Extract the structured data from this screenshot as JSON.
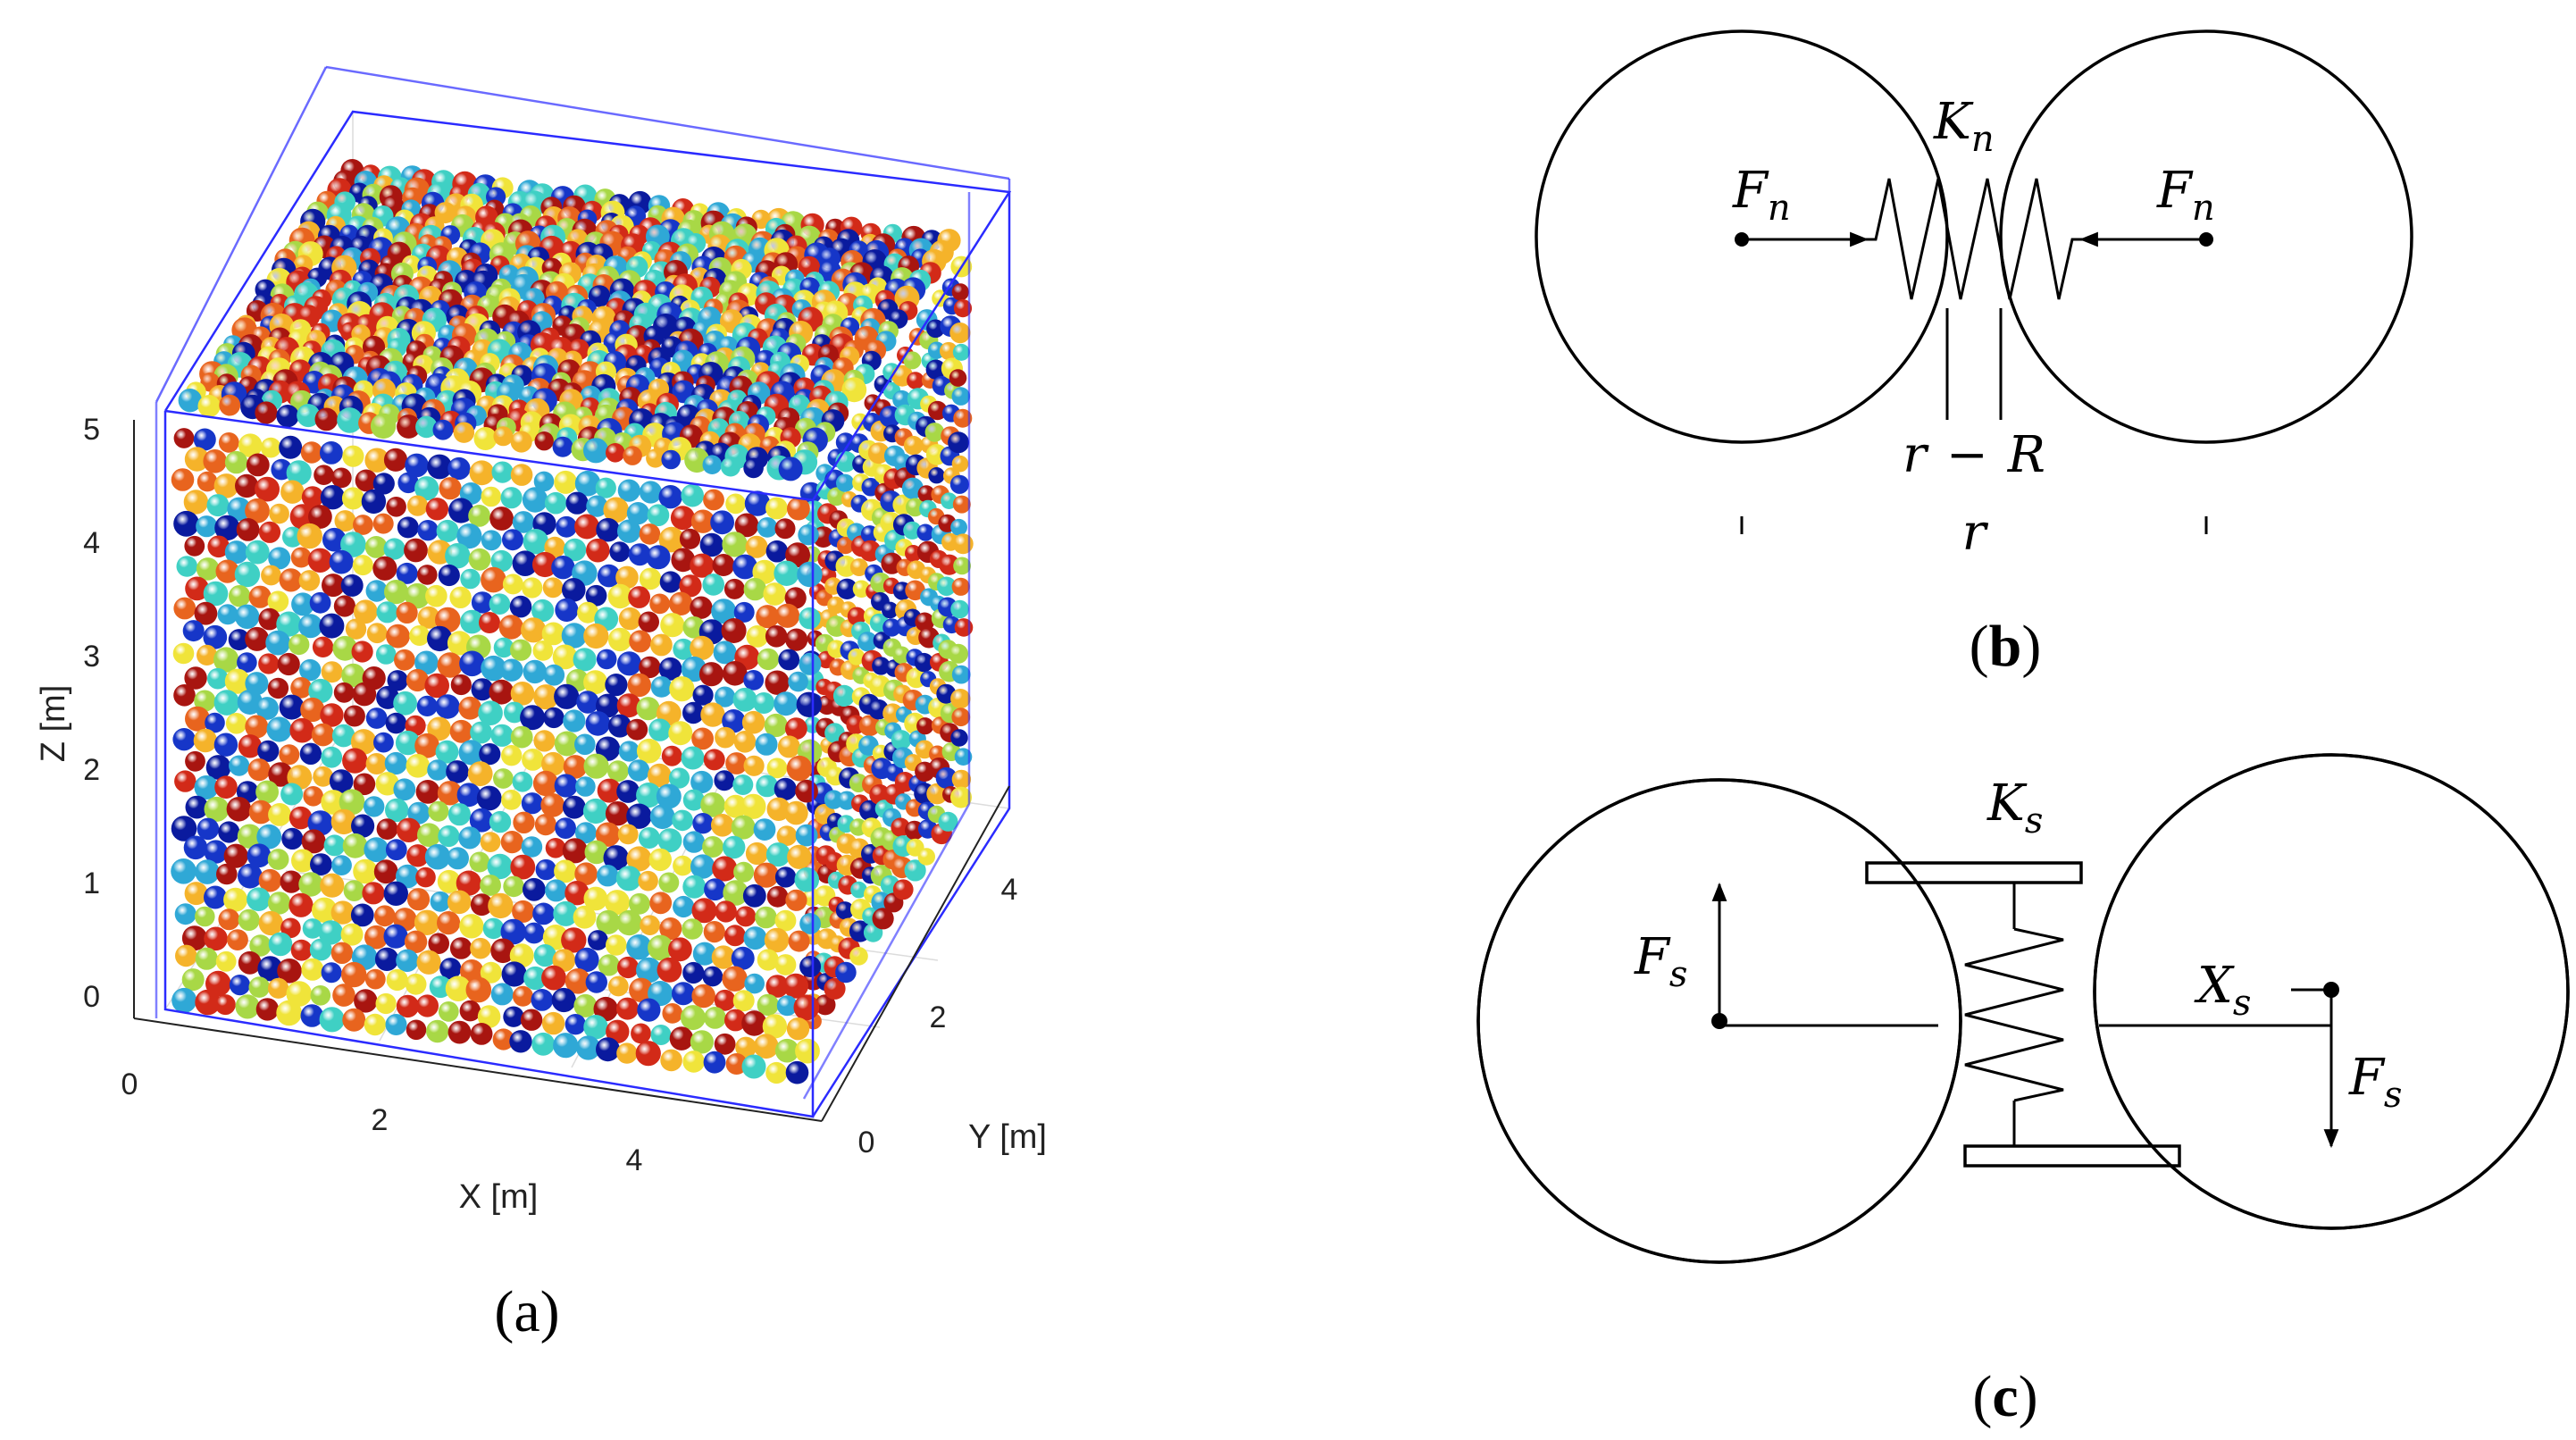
{
  "panel_a": {
    "label_open": "(",
    "label_letter": "a",
    "label_close": ")",
    "x_axis_label": "X [m]",
    "y_axis_label": "Y [m]",
    "z_axis_label": "Z [m]",
    "x_ticks": [
      "0",
      "2",
      "4"
    ],
    "y_ticks": [
      "0",
      "2",
      "4"
    ],
    "z_ticks": [
      "0",
      "1",
      "2",
      "3",
      "4",
      "5"
    ],
    "particle_colors": [
      "#0a1a9e",
      "#1636c8",
      "#2fa8d6",
      "#3fd0c4",
      "#a8d846",
      "#f0e43a",
      "#f5b32a",
      "#e8641e",
      "#d22a18",
      "#a81510"
    ],
    "box_color": "#2b2bff"
  },
  "panel_b": {
    "label_open": "(",
    "label_letter": "b",
    "label_close": ")",
    "spring_symbol": "K",
    "spring_sub": "n",
    "force_left_symbol": "F",
    "force_left_sub": "n",
    "force_right_symbol": "F",
    "force_right_sub": "n",
    "overlap_left": "r",
    "overlap_minus": "−",
    "overlap_right": "R",
    "distance_symbol": "r"
  },
  "panel_c": {
    "label_open": "(",
    "label_letter": "c",
    "label_close": ")",
    "spring_symbol": "K",
    "spring_sub": "s",
    "force_left_symbol": "F",
    "force_left_sub": "s",
    "force_right_symbol": "F",
    "force_right_sub": "s",
    "displacement_symbol": "X",
    "displacement_sub": "s"
  }
}
